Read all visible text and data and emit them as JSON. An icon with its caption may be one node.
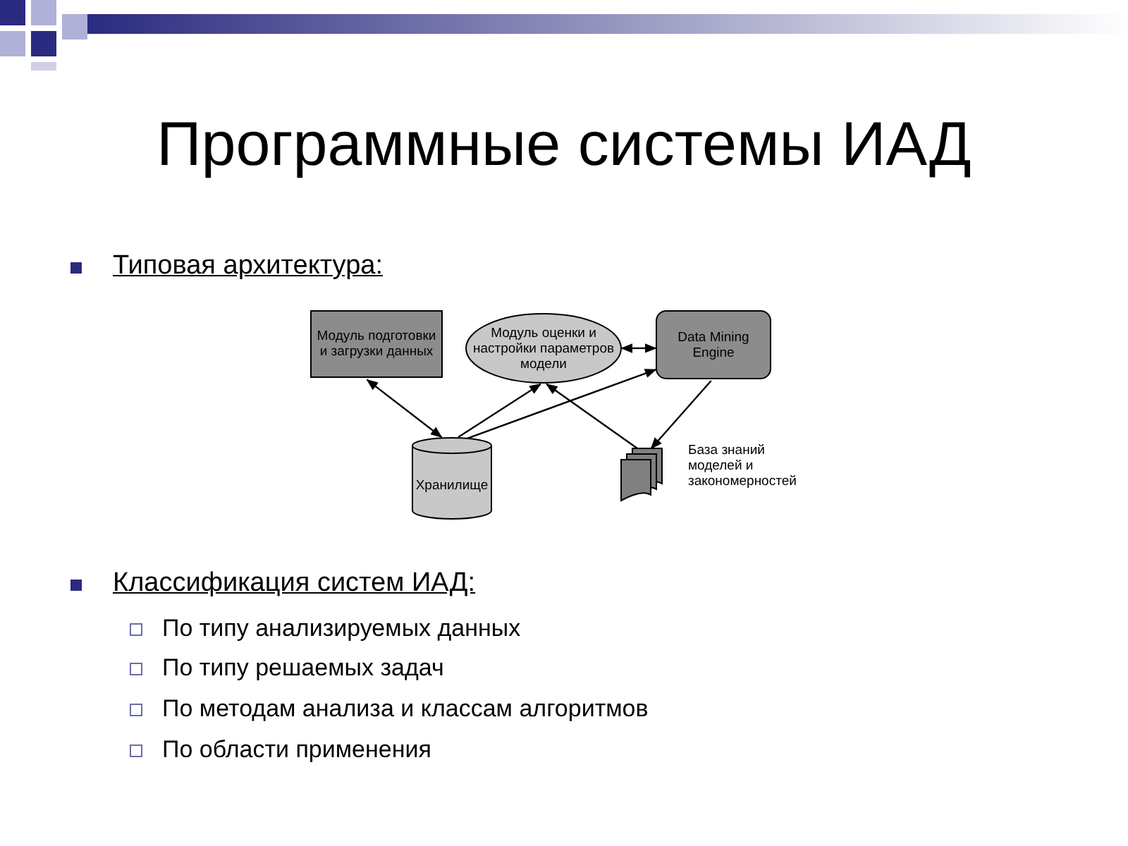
{
  "diagram": {
    "title": "Программные системы ИАД",
    "nodes": [
      {
        "text": [
          "Модуль подготовки и загрузки данных"
        ]
      },
      {
        "text": [
          "Модуль оценки и настройки параметров модели"
        ]
      },
      {
        "text": [
          "Data Mining Engine"
        ]
      },
      {
        "text": [
          "Хранилище"
        ]
      },
      {
        "text": [],
        "shape": "document",
        "beside": [
          "База знаний моделей и закономерностей"
        ]
      }
    ],
    "edges": [
      {
        "from": 0,
        "to": 3,
        "arrow": "both"
      },
      {
        "from": 3,
        "to": 1,
        "arrow": "to"
      },
      {
        "from": 3,
        "to": 2,
        "arrow": "to"
      },
      {
        "from": 1,
        "to": 2,
        "arrow": "both"
      },
      {
        "from": 4,
        "to": 1,
        "arrow": "to"
      },
      {
        "from": 2,
        "to": 4,
        "arrow": "to"
      }
    ],
    "labels": [
      "Типовая архитектура:",
      "Классификация систем ИАД:",
      "По типу анализируемых данных",
      "По типу решаемых задач",
      "По методам анализа и классам алгоритмов",
      "По области применения"
    ]
  }
}
